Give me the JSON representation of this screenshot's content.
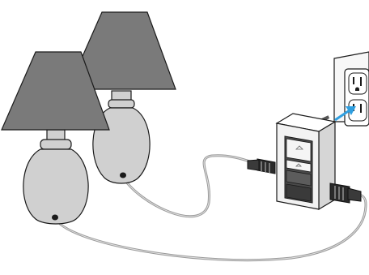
{
  "illustration": {
    "lamps": [
      {
        "id": "lamp-back"
      },
      {
        "id": "lamp-front"
      }
    ],
    "plug_in_dimmer": {
      "buttons": [
        "on-button",
        "raise-button",
        "lower-button",
        "off-button"
      ],
      "plugs": 2
    },
    "wall_outlet": {
      "receptacles": 2
    },
    "arrow": "insert-into-outlet",
    "colors": {
      "shade": "#7a7a7a",
      "lamp_body": "#d0d0d0",
      "outline": "#1a1a1a",
      "dimmer_body": "#f2f2f2",
      "dimmer_panel": "#4a4a4a",
      "arrow": "#2f9fe0",
      "wall_plate": "#f7f7f7"
    }
  }
}
